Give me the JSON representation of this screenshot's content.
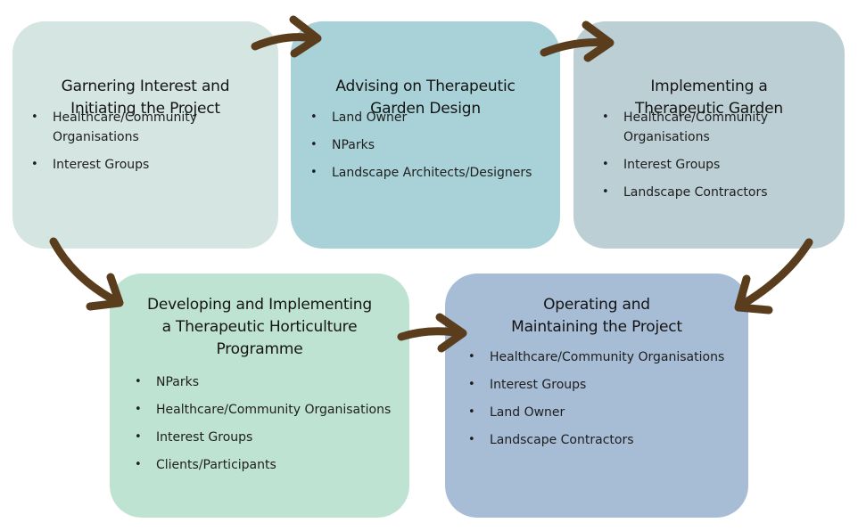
{
  "stages": [
    {
      "title_lines": [
        "Garnering Interest and",
        "Initiating the Project"
      ],
      "items": [
        "Healthcare/Community Organisations",
        "Interest Groups"
      ]
    },
    {
      "title_lines": [
        "Advising on Therapeutic",
        "Garden Design"
      ],
      "items": [
        "Land Owner",
        "NParks",
        "Landscape Architects/Designers"
      ]
    },
    {
      "title_lines": [
        "Implementing a",
        "Therapeutic Garden"
      ],
      "items": [
        "Healthcare/Community Organisations",
        "Interest Groups",
        "Landscape Contractors"
      ]
    },
    {
      "title_lines": [
        "Developing and Implementing",
        "a Therapeutic Horticulture",
        "Programme"
      ],
      "items": [
        "NParks",
        "Healthcare/Community Organisations",
        "Interest Groups",
        "Clients/Participants"
      ]
    },
    {
      "title_lines": [
        "Operating and",
        "Maintaining the Project"
      ],
      "items": [
        "Healthcare/Community Organisations",
        "Interest Groups",
        "Land Owner",
        "Landscape Contractors"
      ]
    }
  ],
  "colors": {
    "stage1": "#d5e5e1",
    "stage2": "#a8d2d8",
    "stage3": "#bccfd4",
    "stage4": "#bfe3d3",
    "stage5": "#a7bcd5",
    "arrow": "#5a3d1c"
  }
}
